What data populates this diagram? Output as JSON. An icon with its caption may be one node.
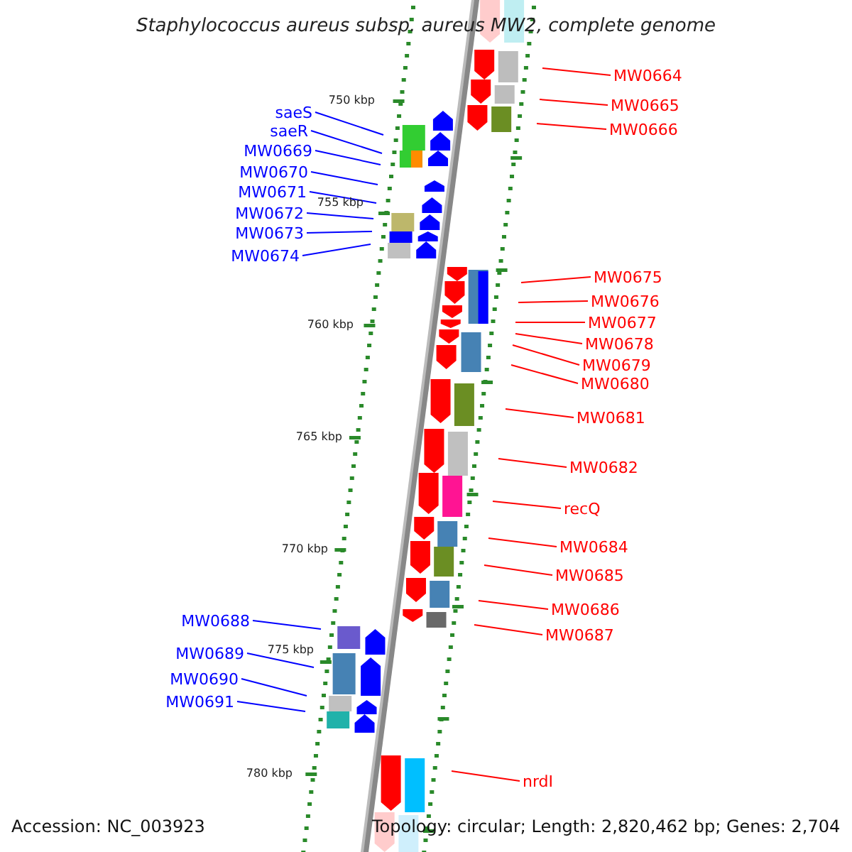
{
  "diagram": {
    "title": "Staphylococcus aureus subsp. aureus MW2, complete genome",
    "nodes": [
      {
        "text": [
          "MW0664"
        ]
      },
      {
        "text": [
          "MW0665"
        ]
      },
      {
        "text": [
          "MW0666"
        ]
      },
      {
        "text": [
          "saeS"
        ]
      },
      {
        "text": [
          "saeR"
        ]
      },
      {
        "text": [
          "MW0669"
        ]
      },
      {
        "text": [
          "MW0670"
        ]
      },
      {
        "text": [
          "MW0671"
        ]
      },
      {
        "text": [
          "MW0672"
        ]
      },
      {
        "text": [
          "MW0673"
        ]
      },
      {
        "text": [
          "MW0674"
        ]
      },
      {
        "text": [
          "MW0675"
        ]
      },
      {
        "text": [
          "MW0676"
        ]
      },
      {
        "text": [
          "MW0677"
        ]
      },
      {
        "text": [
          "MW0678"
        ]
      },
      {
        "text": [
          "MW0679"
        ]
      },
      {
        "text": [
          "MW0680"
        ]
      },
      {
        "text": [
          "MW0681"
        ]
      },
      {
        "text": [
          "MW0682"
        ]
      },
      {
        "text": [
          "recQ"
        ]
      },
      {
        "text": [
          "MW0684"
        ]
      },
      {
        "text": [
          "MW0685"
        ]
      },
      {
        "text": [
          "MW0686"
        ]
      },
      {
        "text": [
          "MW0687"
        ]
      },
      {
        "text": [
          "MW0688"
        ]
      },
      {
        "text": [
          "MW0689"
        ]
      },
      {
        "text": [
          "MW0690"
        ]
      },
      {
        "text": [
          "MW0691"
        ]
      },
      {
        "text": [
          "nrdI"
        ]
      }
    ],
    "edges": [
      {
        "from": 0,
        "to": null,
        "arrow": "none"
      },
      {
        "from": 1,
        "to": null,
        "arrow": "none"
      },
      {
        "from": 2,
        "to": null,
        "arrow": "none"
      },
      {
        "from": 3,
        "to": null,
        "arrow": "none",
        "color": "#0000ff"
      },
      {
        "from": 4,
        "to": null,
        "arrow": "none",
        "color": "#0000ff"
      },
      {
        "from": 5,
        "to": null,
        "arrow": "none",
        "color": "#0000ff"
      },
      {
        "from": 6,
        "to": null,
        "arrow": "none",
        "color": "#0000ff"
      },
      {
        "from": 7,
        "to": null,
        "arrow": "none",
        "color": "#0000ff"
      },
      {
        "from": 8,
        "to": null,
        "arrow": "none",
        "color": "#0000ff"
      },
      {
        "from": 9,
        "to": null,
        "arrow": "none",
        "color": "#0000ff"
      },
      {
        "from": 10,
        "to": null,
        "arrow": "none",
        "color": "#0000ff"
      },
      {
        "from": 11,
        "to": null,
        "arrow": "none"
      },
      {
        "from": 12,
        "to": null,
        "arrow": "none"
      },
      {
        "from": 13,
        "to": null,
        "arrow": "none"
      },
      {
        "from": 14,
        "to": null,
        "arrow": "none"
      },
      {
        "from": 15,
        "to": null,
        "arrow": "none"
      },
      {
        "from": 16,
        "to": null,
        "arrow": "none"
      },
      {
        "from": 17,
        "to": null,
        "arrow": "none"
      },
      {
        "from": 18,
        "to": null,
        "arrow": "none"
      },
      {
        "from": 19,
        "to": null,
        "arrow": "none"
      },
      {
        "from": 20,
        "to": null,
        "arrow": "none"
      },
      {
        "from": 21,
        "to": null,
        "arrow": "none"
      },
      {
        "from": 22,
        "to": null,
        "arrow": "none"
      },
      {
        "from": 23,
        "to": null,
        "arrow": "none"
      },
      {
        "from": 24,
        "to": null,
        "arrow": "none",
        "color": "#0000ff"
      },
      {
        "from": 25,
        "to": null,
        "arrow": "none",
        "color": "#0000ff"
      },
      {
        "from": 26,
        "to": null,
        "arrow": "none",
        "color": "#0000ff"
      },
      {
        "from": 27,
        "to": null,
        "arrow": "none",
        "color": "#0000ff"
      },
      {
        "from": 28,
        "to": null,
        "arrow": "none"
      }
    ],
    "labels": [
      "750 kbp",
      "755 kbp",
      "760 kbp",
      "765 kbp",
      "770 kbp",
      "775 kbp",
      "780 kbp",
      "Accession: NC_003923",
      "Topology: circular; Length: 2,820,462 bp; Genes: 2,704"
    ]
  }
}
